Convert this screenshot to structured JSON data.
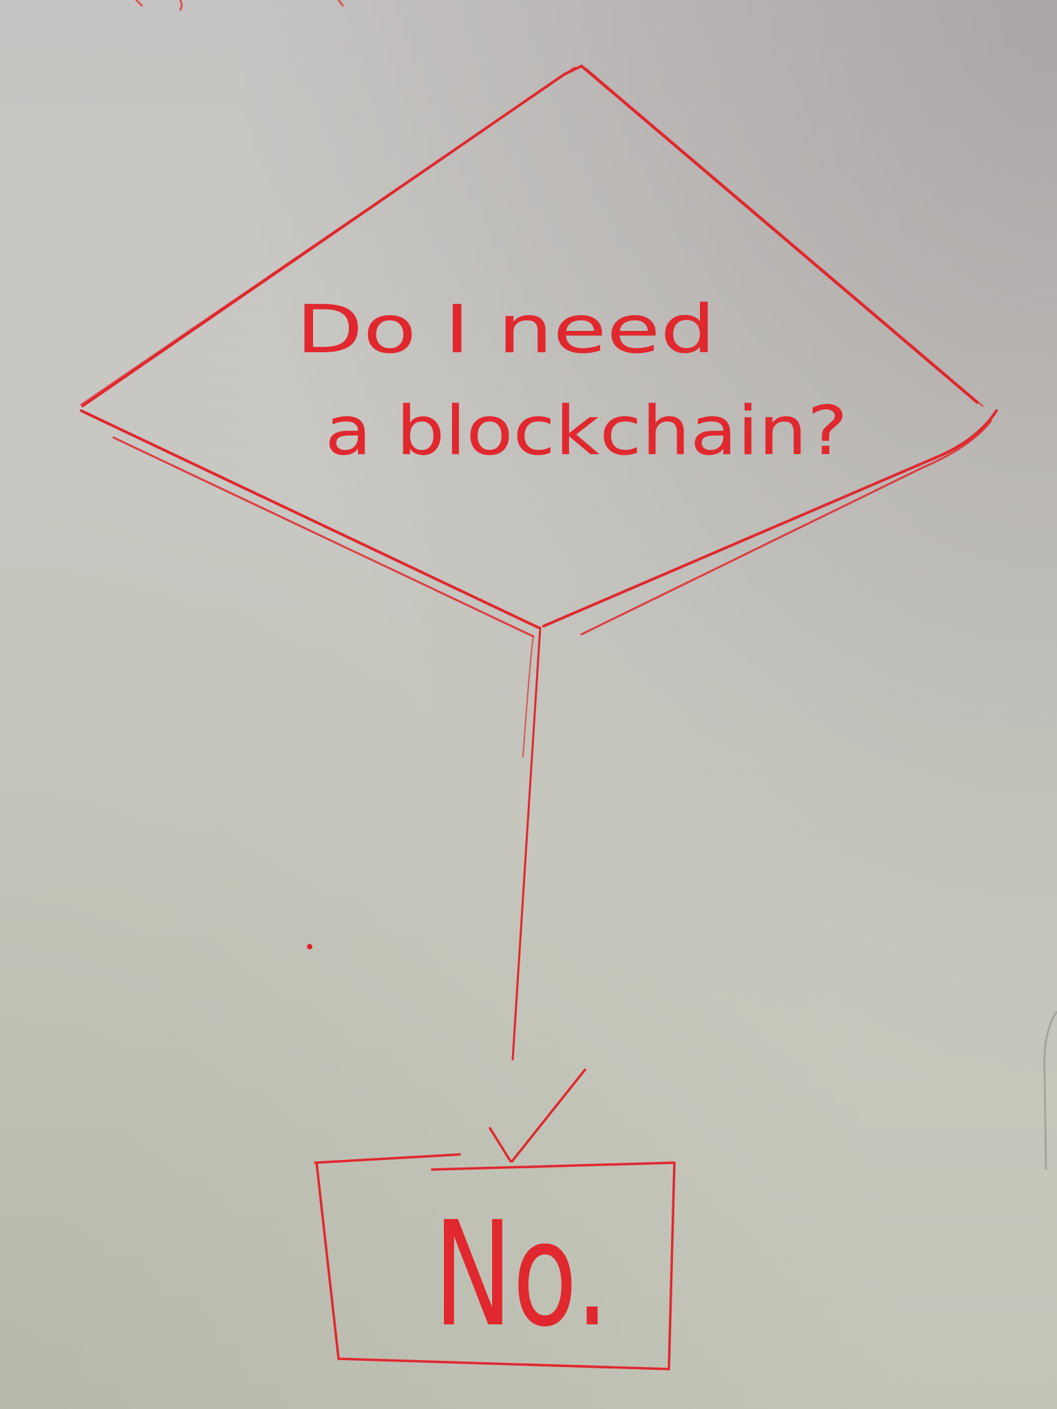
{
  "colors": {
    "ink": "#e0282e",
    "board": "#c8c7c1"
  },
  "flowchart": {
    "decision": {
      "line1": "Do I need",
      "line2": "a blockchain?"
    },
    "outcome": {
      "label": "No."
    }
  }
}
